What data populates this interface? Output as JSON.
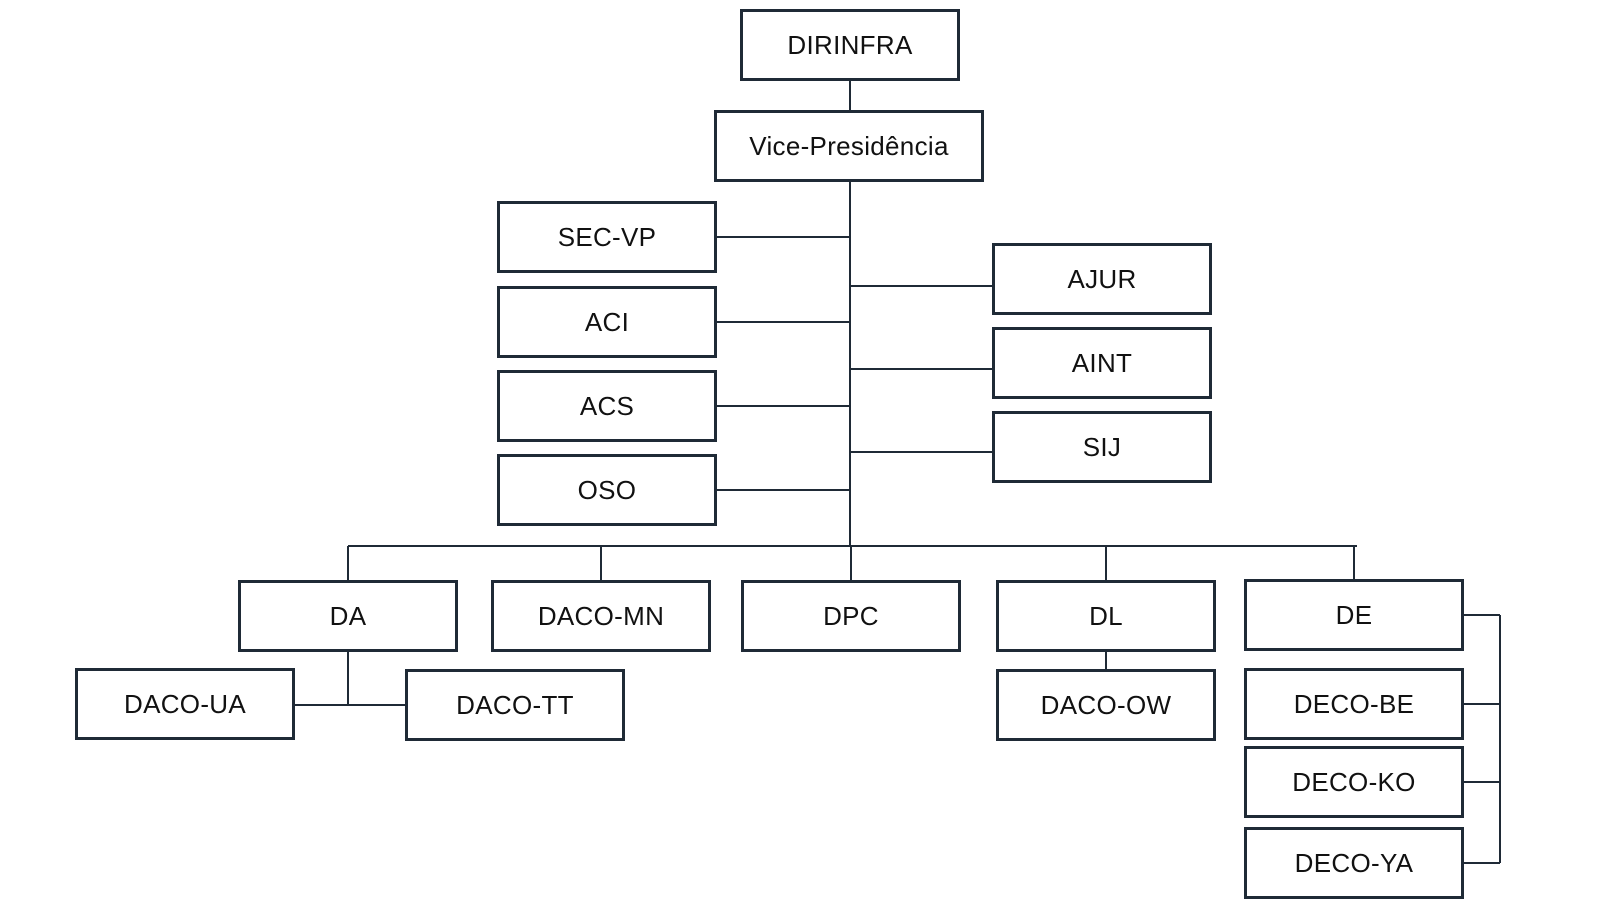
{
  "org_chart": {
    "root": "DIRINFRA",
    "vice_presidency": "Vice-Presidência",
    "left_staff": [
      "SEC-VP",
      "ACI",
      "ACS",
      "OSO"
    ],
    "right_staff": [
      "AJUR",
      "AINT",
      "SIJ"
    ],
    "directorates": [
      "DA",
      "DACO-MN",
      "DPC",
      "DL",
      "DE"
    ],
    "da_units": [
      "DACO-UA",
      "DACO-TT"
    ],
    "dl_units": [
      "DACO-OW"
    ],
    "de_units": [
      "DECO-BE",
      "DECO-KO",
      "DECO-YA"
    ]
  },
  "colors": {
    "box_border": "#1f2a36",
    "connector": "#1f2a36",
    "text": "#111111",
    "background": "#ffffff"
  }
}
